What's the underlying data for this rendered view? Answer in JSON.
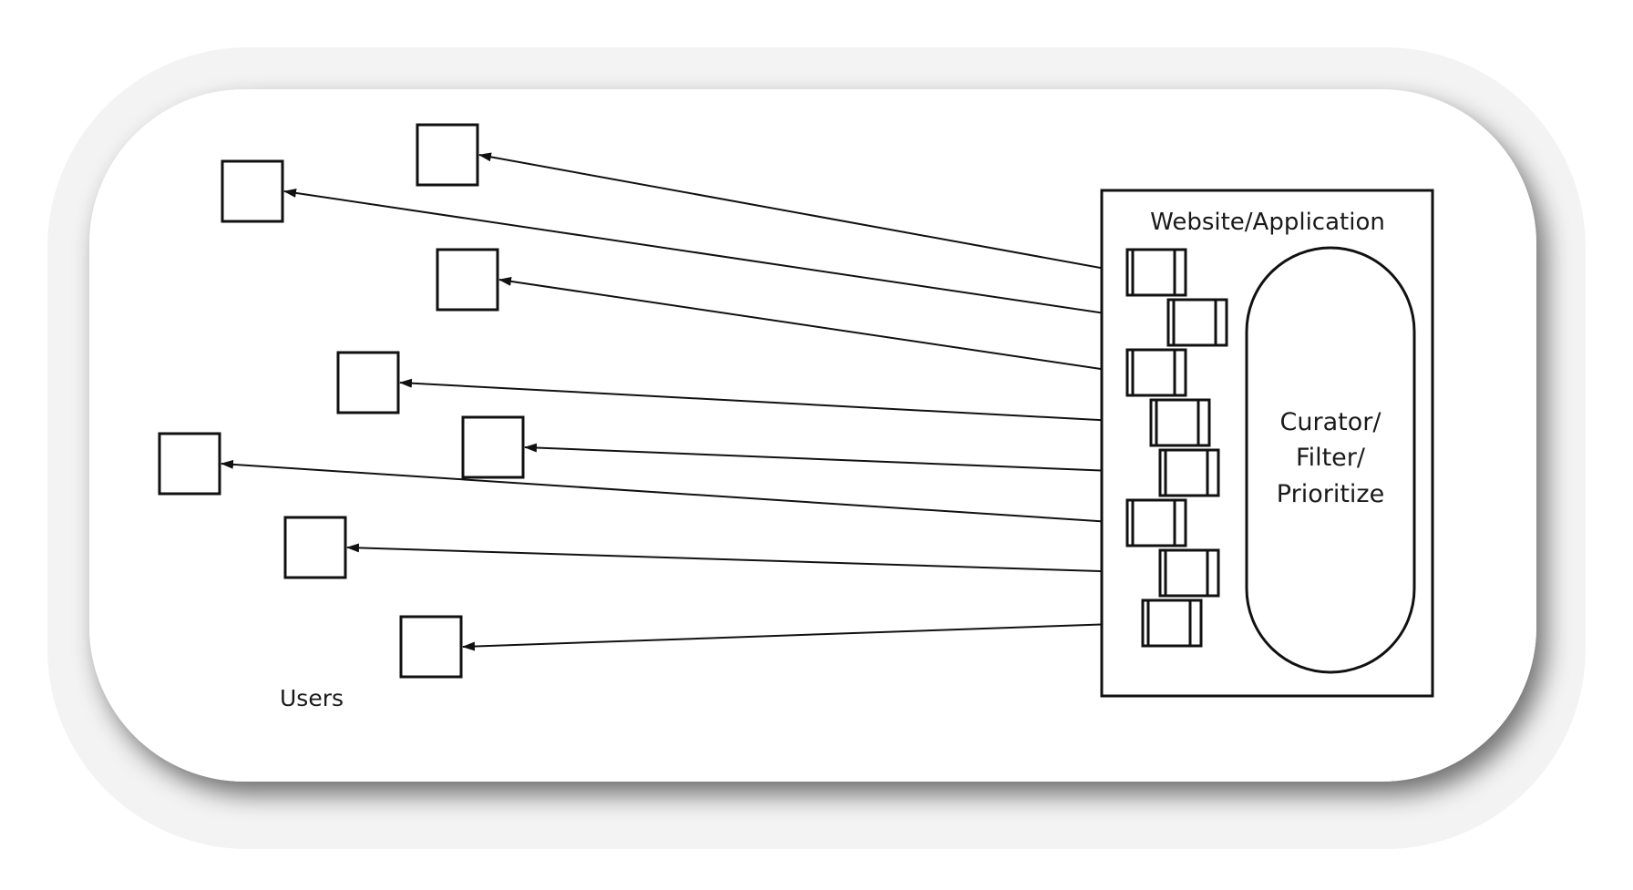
{
  "users_label": "Users",
  "application": {
    "title": "Website/Application",
    "curator_lines": [
      "Curator/",
      "Filter/",
      "Prioritize"
    ]
  },
  "user_count": 8,
  "port_count": 8,
  "links_user_to_port": [
    [
      0,
      0
    ],
    [
      1,
      1
    ],
    [
      2,
      2
    ],
    [
      3,
      3
    ],
    [
      4,
      4
    ],
    [
      5,
      5
    ],
    [
      6,
      6
    ],
    [
      7,
      7
    ]
  ]
}
